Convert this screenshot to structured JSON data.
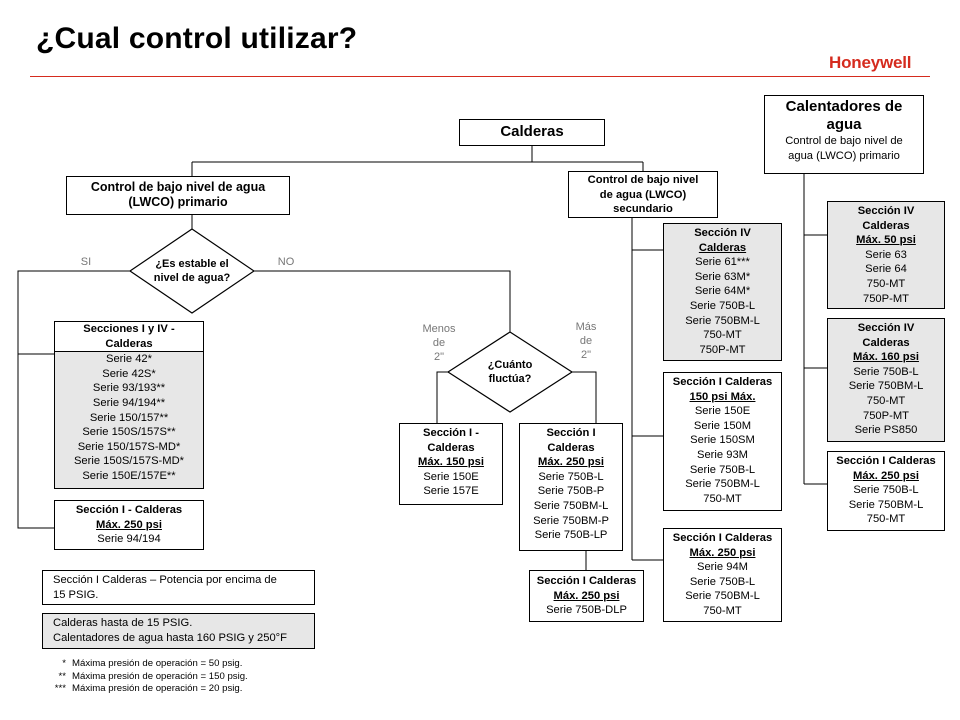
{
  "header": {
    "title": "¿Cual control utilizar?",
    "brand": "Honeywell"
  },
  "boxes": {
    "calderas": {
      "title": "Calderas"
    },
    "lwco_primario": {
      "lines": [
        "Control de bajo nivel de agua",
        "(LWCO) primario"
      ]
    },
    "lwco_secundario": {
      "lines": [
        "Control de bajo nivel",
        "de agua (LWCO)",
        "secundario"
      ]
    },
    "calentadores": {
      "title_lines": [
        "Calentadores de",
        "agua"
      ],
      "lines": [
        "Control de bajo nivel de",
        "agua (LWCO) primario"
      ]
    },
    "secc_1_4": {
      "header": [
        "Secciones I y IV -",
        "Calderas"
      ],
      "lines": [
        "Serie 42*",
        "Serie 42S*",
        "Serie 93/193**",
        "Serie 94/194**",
        "Serie 150/157**",
        "Serie 150S/157S**",
        "Serie 150/157S-MD*",
        "Serie 150S/157S-MD*",
        "Serie 150E/157E**"
      ]
    },
    "secc_1_250_left": {
      "header": "Sección I - Calderas",
      "limit": "Máx. 250 psi",
      "lines": [
        "Serie 94/194"
      ]
    },
    "secc_1_150": {
      "header": [
        "Sección I -",
        "Calderas"
      ],
      "limit": "Máx. 150 psi",
      "lines": [
        "Serie 150E",
        "Serie 157E"
      ]
    },
    "secc_1_250_mid": {
      "header": [
        "Sección I",
        "Calderas"
      ],
      "limit": "Máx. 250 psi",
      "lines": [
        "Serie 750B-L",
        "Serie 750B-P",
        "Serie 750BM-L",
        "Serie 750BM-P",
        "Serie 750B-LP"
      ]
    },
    "secc_1_250_dlp": {
      "header": "Sección I Calderas",
      "limit": "Máx. 250 psi",
      "lines": [
        "Serie 750B-DLP"
      ]
    },
    "secc_4_sec": {
      "header": [
        "Sección IV",
        "Calderas"
      ],
      "lines": [
        "Serie 61***",
        "Serie 63M*",
        "Serie 64M*",
        "Serie 750B-L",
        "Serie 750BM-L",
        "750-MT",
        "750P-MT"
      ]
    },
    "secc_1_150max": {
      "header": "Sección I Calderas",
      "limit": "150 psi Máx.",
      "lines": [
        "Serie 150E",
        "Serie 150M",
        "Serie 150SM",
        "Serie 93M",
        "Serie 750B-L",
        "Serie 750BM-L",
        "750-MT"
      ]
    },
    "secc_1_250_sec": {
      "header": "Sección I Calderas",
      "limit": "Máx. 250 psi",
      "lines": [
        "Serie 94M",
        "Serie 750B-L",
        "Serie 750BM-L",
        "750-MT"
      ]
    },
    "cal_4_50": {
      "header": [
        "Sección IV",
        "Calderas"
      ],
      "limit": "Máx. 50 psi",
      "lines": [
        "Serie 63",
        "Serie 64",
        "750-MT",
        "750P-MT"
      ]
    },
    "cal_4_160": {
      "header": [
        "Sección IV",
        "Calderas"
      ],
      "limit": "Máx. 160 psi",
      "lines": [
        "Serie 750B-L",
        "Serie 750BM-L",
        "750-MT",
        "750P-MT",
        "Serie PS850"
      ]
    },
    "cal_1_250": {
      "header": "Sección I Calderas",
      "limit": "Máx. 250 psi",
      "lines": [
        "Serie 750B-L",
        "Serie 750BM-L",
        "750-MT"
      ]
    }
  },
  "decisions": {
    "estable": {
      "lines": [
        "¿Es estable el",
        "nivel de agua?"
      ],
      "yes": "SI",
      "no": "NO"
    },
    "fluctua": {
      "lines": [
        "¿Cuánto",
        "fluctúa?"
      ],
      "less": [
        "Menos",
        "de",
        "2\""
      ],
      "more": [
        "Más",
        "de",
        "2\""
      ]
    }
  },
  "legend": {
    "potencia": [
      "Sección I Calderas – Potencia por encima de",
      "15 PSIG."
    ],
    "hasta": [
      "Calderas hasta de 15 PSIG.",
      "Calentadores de agua hasta 160 PSIG y 250°F"
    ]
  },
  "notes": [
    {
      "mark": "*",
      "text": "Máxima presión de operación = 50 psig."
    },
    {
      "mark": "**",
      "text": "Máxima presión de operación = 150 psig."
    },
    {
      "mark": "***",
      "text": "Máxima presión de operación = 20 psig."
    }
  ],
  "colors": {
    "brand": "#d52b1e",
    "gray_box": "#e7e7e7",
    "question_label": "#777777"
  }
}
